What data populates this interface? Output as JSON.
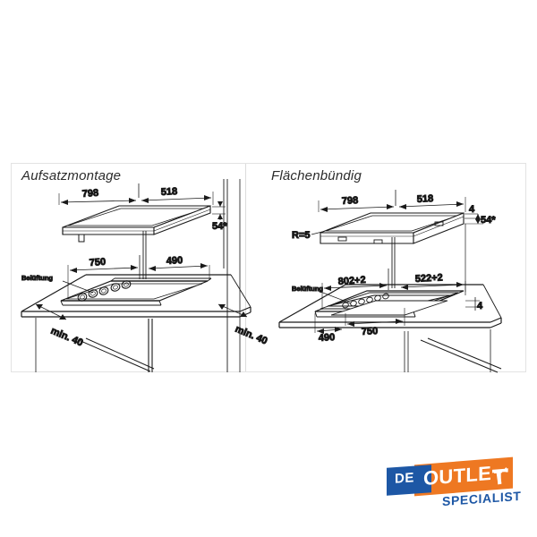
{
  "image": {
    "background_color": "#ffffff",
    "frame_border_color": "#e3e3e3",
    "kind": "technical-installation-drawing"
  },
  "panels": {
    "left": {
      "title": "Aufsatzmontage",
      "appliance_dims": {
        "width": "798",
        "depth": "518",
        "height": "54*"
      },
      "cutout_dims": {
        "width": "750",
        "depth": "490"
      },
      "annotations": {
        "ventilation": "Belüftung",
        "clearance_front": "min. 40",
        "clearance_side": "min. 40"
      }
    },
    "right": {
      "title": "Flächenbündig",
      "appliance_dims": {
        "width": "798",
        "depth": "518",
        "flange": "4",
        "height": "54*"
      },
      "radius": "R=5",
      "cutout_dims": {
        "width": "802+2",
        "depth": "522+2",
        "inner_width": "750",
        "inner_depth": "490",
        "rebate": "4"
      },
      "annotations": {
        "ventilation": "Belüftung"
      }
    }
  },
  "logo": {
    "part_one": "DE",
    "part_two": "OUTLE",
    "tagline": "SPECIALIST",
    "colors": {
      "blue": "#1d57a5",
      "orange": "#ee7822",
      "text": "#ffffff"
    }
  }
}
